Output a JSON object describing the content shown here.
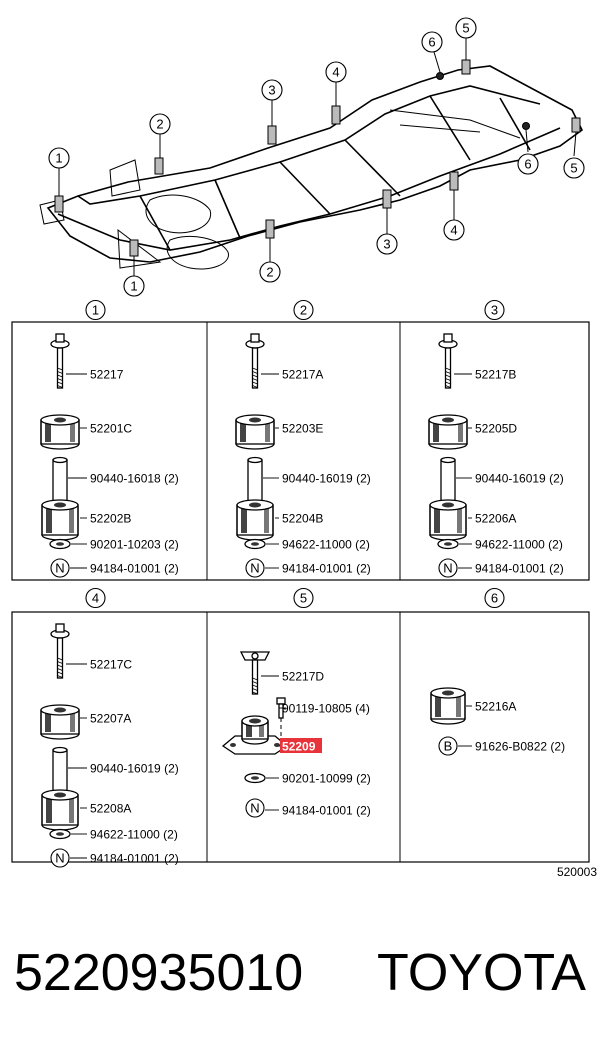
{
  "frame_callouts": [
    "1",
    "2",
    "3",
    "4",
    "5",
    "6"
  ],
  "panels": [
    {
      "num": "1",
      "parts": [
        {
          "label": "52217"
        },
        {
          "label": "52201C"
        },
        {
          "label": "90440-16018 (2)"
        },
        {
          "label": "52202B"
        },
        {
          "label": "90201-10203 (2)"
        },
        {
          "label": "94184-01001 (2)",
          "badge": "N"
        }
      ]
    },
    {
      "num": "2",
      "parts": [
        {
          "label": "52217A"
        },
        {
          "label": "52203E"
        },
        {
          "label": "90440-16019 (2)"
        },
        {
          "label": "52204B"
        },
        {
          "label": "94622-11000 (2)"
        },
        {
          "label": "94184-01001 (2)",
          "badge": "N"
        }
      ]
    },
    {
      "num": "3",
      "parts": [
        {
          "label": "52217B"
        },
        {
          "label": "52205D"
        },
        {
          "label": "90440-16019 (2)"
        },
        {
          "label": "52206A"
        },
        {
          "label": "94622-11000 (2)"
        },
        {
          "label": "94184-01001 (2)",
          "badge": "N"
        }
      ]
    },
    {
      "num": "4",
      "parts": [
        {
          "label": "52217C"
        },
        {
          "label": "52207A"
        },
        {
          "label": "90440-16019 (2)"
        },
        {
          "label": "52208A"
        },
        {
          "label": "94622-11000 (2)"
        },
        {
          "label": "94184-01001 (2)",
          "badge": "N"
        }
      ]
    },
    {
      "num": "5",
      "parts": [
        {
          "label": "52217D"
        },
        {
          "label": "90119-10805 (4)"
        },
        {
          "label": "52209",
          "highlight": true
        },
        {
          "label": "90201-10099 (2)"
        },
        {
          "label": "94184-01001 (2)",
          "badge": "N"
        }
      ]
    },
    {
      "num": "6",
      "parts": [
        {
          "label": "52216A"
        },
        {
          "label": "91626-B0822 (2)",
          "badge": "B"
        }
      ]
    }
  ],
  "diagram_code": "520003",
  "footer": {
    "part_number": "5220935010",
    "brand": "TOYOTA"
  },
  "colors": {
    "highlight_bg": "#e8333a",
    "highlight_text": "#ffffff"
  }
}
